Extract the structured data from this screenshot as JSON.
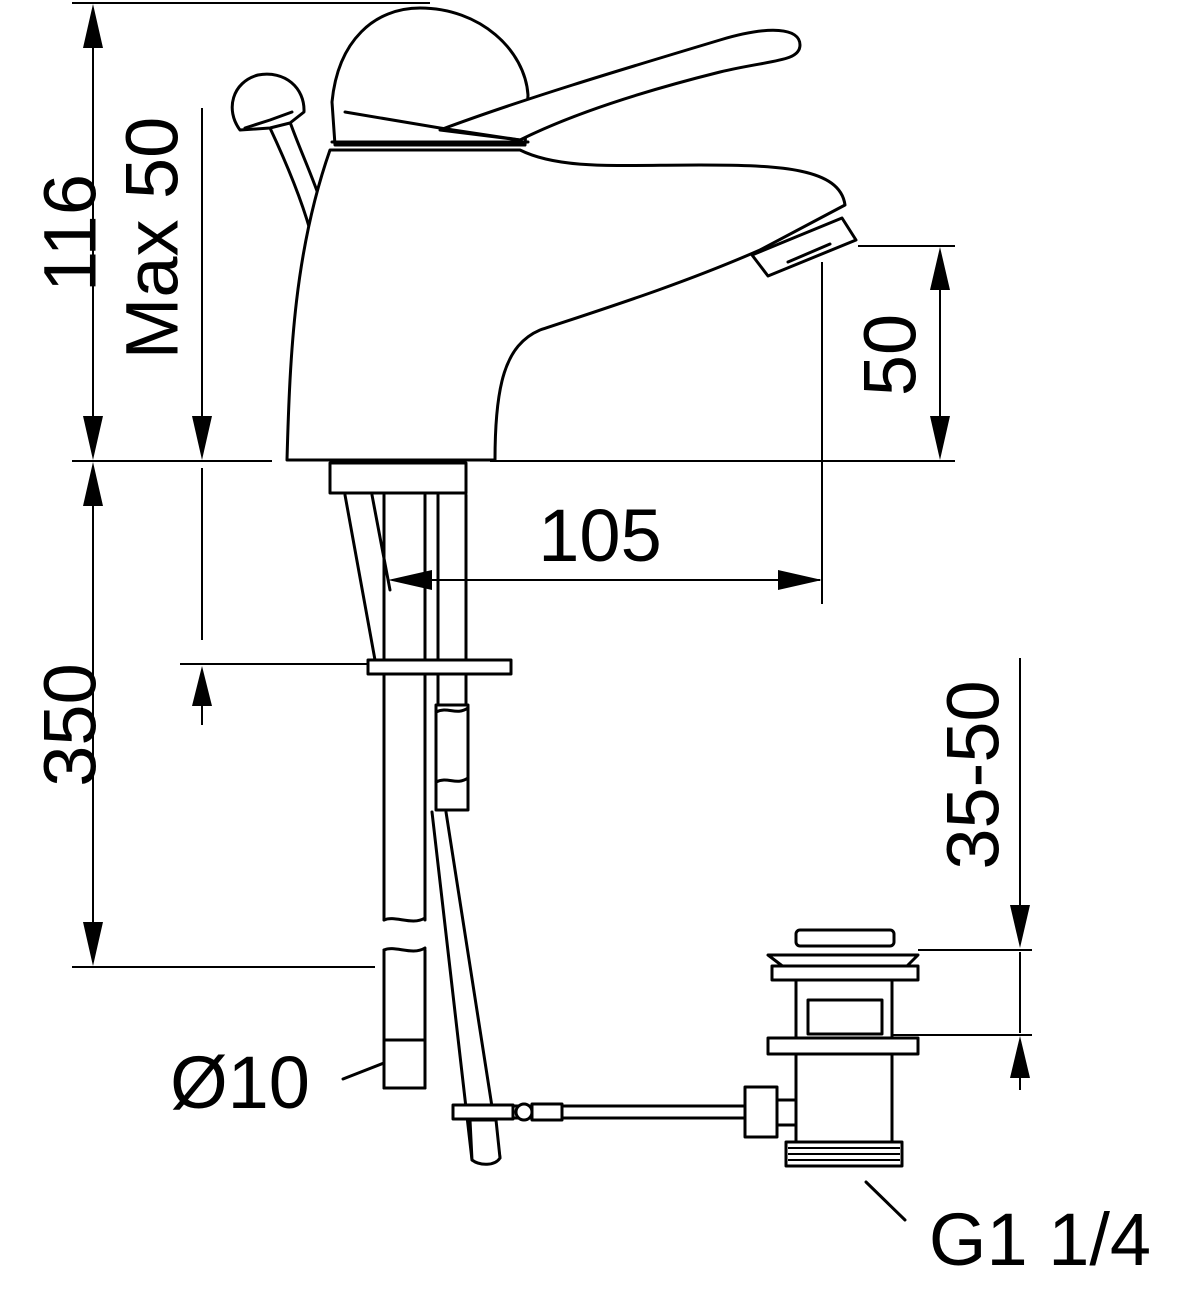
{
  "dimensions": {
    "height_overall": "116",
    "height_max_deck": "Max 50",
    "spout_height": "50",
    "spout_reach": "105",
    "hose_length": "350",
    "waste_range": "35-50",
    "hose_diameter": "Ø10",
    "waste_thread": "G1 1/4"
  }
}
